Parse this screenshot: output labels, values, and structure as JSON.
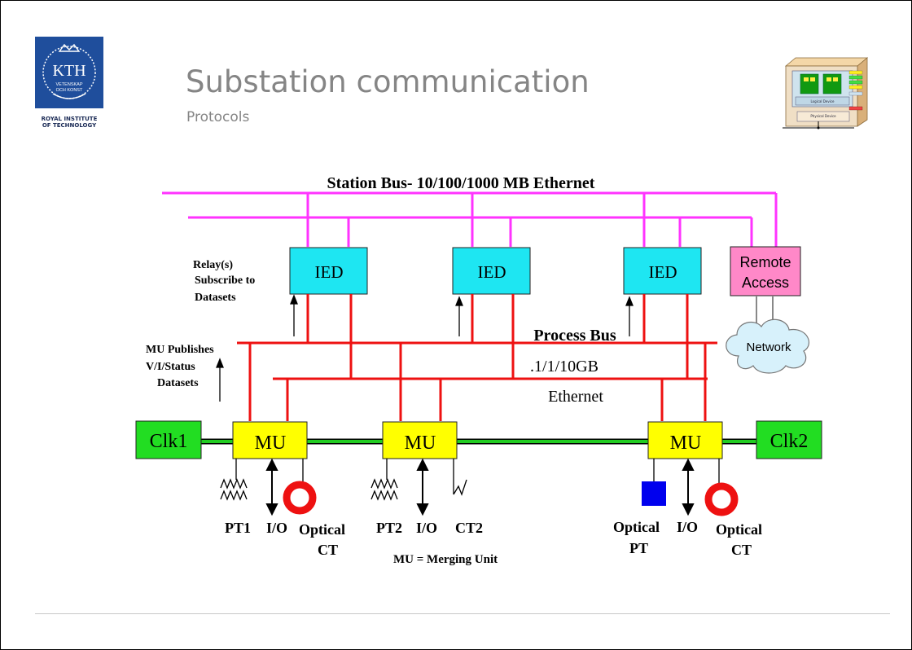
{
  "header": {
    "title": "Substation communication",
    "subtitle": "Protocols"
  },
  "logo": {
    "text": "KTH",
    "motto": "VETENSKAP\nOCH KONST",
    "caption_line1": "ROYAL INSTITUTE",
    "caption_line2": "OF TECHNOLOGY"
  },
  "thumbnail": {
    "labels": [
      "Logical Device",
      "Physical Device"
    ]
  },
  "diagram": {
    "station_bus_label": "Station Bus- 10/100/1000 MB Ethernet",
    "ied_label": "IED",
    "remote_access_line1": "Remote",
    "remote_access_line2": "Access",
    "network_label": "Network",
    "relay_note": [
      "Relay(s)",
      "Subscribe to",
      "Datasets"
    ],
    "mu_note": [
      "MU Publishes",
      "V/I/Status",
      "Datasets"
    ],
    "process_bus_label": "Process Bus",
    "process_bus_speed": ".1/1/10GB",
    "process_bus_media": "Ethernet",
    "clk1_label": "Clk1",
    "clk2_label": "Clk2",
    "mu_label": "MU",
    "bottom_labels": {
      "pt1": "PT1",
      "io": "I/O",
      "optical": "Optical",
      "ct": "CT",
      "pt2": "PT2",
      "ct2": "CT2",
      "pt": "PT",
      "legend": "MU = Merging Unit"
    }
  },
  "colors": {
    "station_bus": "#ff33ff",
    "process_bus": "#ee1111",
    "ied_fill": "#1ee6f2",
    "remote_fill": "#ff88c8",
    "mu_fill": "#ffff00",
    "clk_fill": "#22dd22",
    "sync_line": "#22cc22",
    "title_gray": "#858585",
    "kth_blue": "#1f4e9c"
  }
}
